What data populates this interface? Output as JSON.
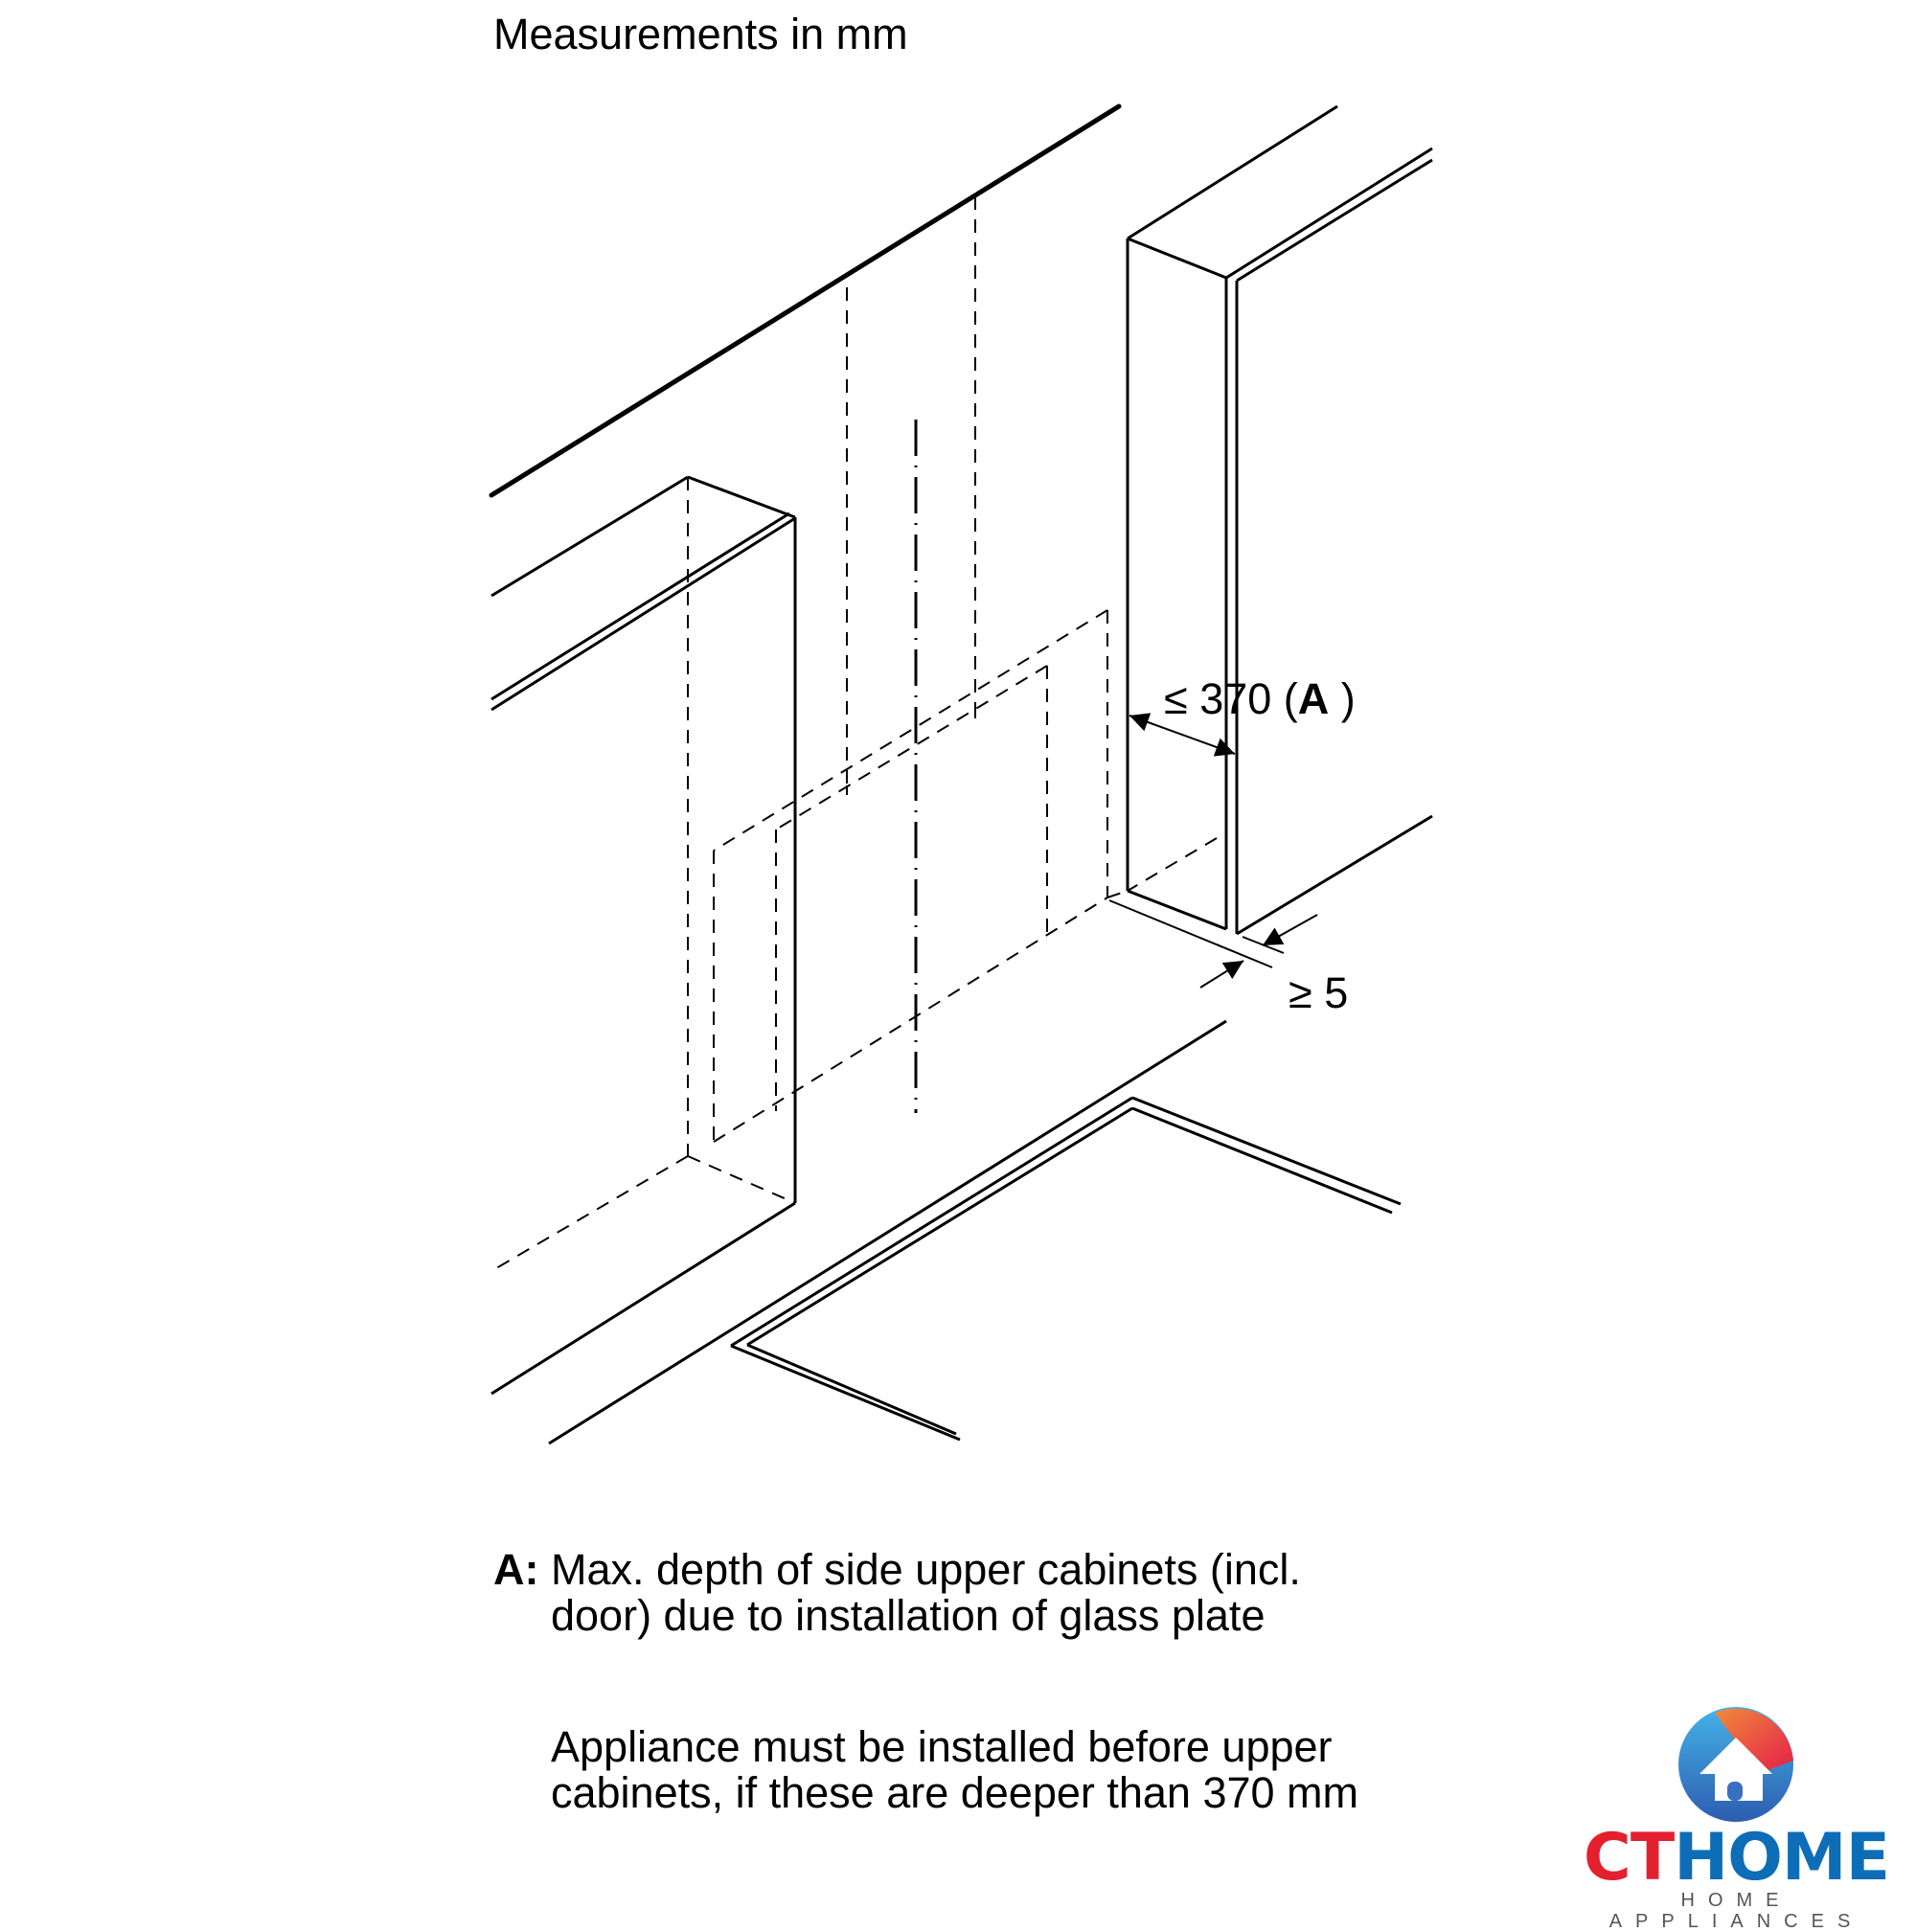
{
  "header": {
    "title": "Measurements in mm"
  },
  "dimensions": {
    "max_depth": {
      "prefix": "≤ 370 (",
      "key": "A",
      "suffix": " )"
    },
    "min_gap": {
      "label": "≥ 5"
    }
  },
  "legend": {
    "items": [
      {
        "key": "A:",
        "text": "Max. depth of side upper cabinets (incl. door) due to installation of glass plate"
      }
    ]
  },
  "note": {
    "text": "Appliance must be installed before upper cabinets, if these are deeper than 370 mm"
  },
  "logo": {
    "brand_part1": "CT",
    "brand_part2": "HOME",
    "tagline": "HOME APPLIANCES",
    "colors": {
      "red": "#e5202e",
      "blue": "#0e6db7",
      "light_blue": "#3aa6e0",
      "orange": "#f07a3a"
    }
  },
  "colors": {
    "line": "#000000",
    "background": "#ffffff"
  }
}
